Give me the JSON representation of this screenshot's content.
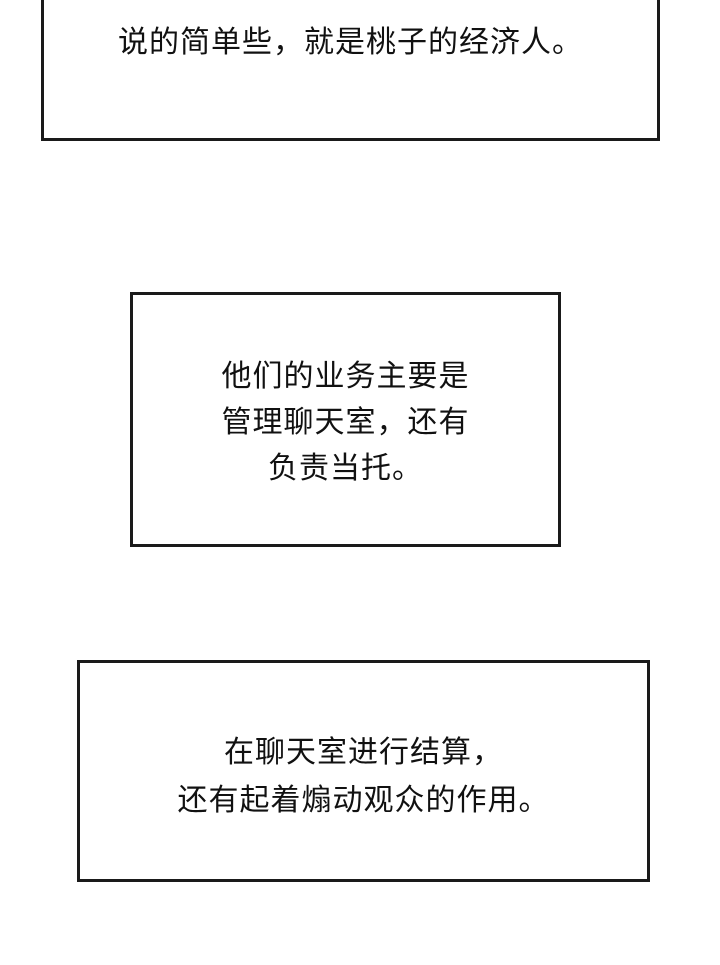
{
  "captions": [
    {
      "lines": [
        "说的简单些，就是桃子的经济人。"
      ]
    },
    {
      "lines": [
        "他们的业务主要是",
        "管理聊天室，还有",
        "负责当托。"
      ]
    },
    {
      "lines": [
        "在聊天室进行结算，",
        "还有起着煽动观众的作用。"
      ]
    }
  ]
}
